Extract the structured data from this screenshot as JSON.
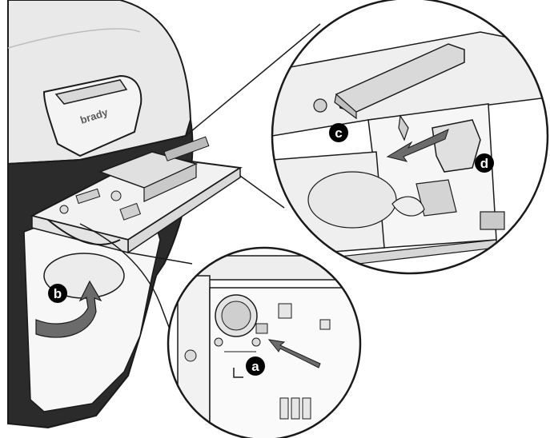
{
  "logo": {
    "text": "brady"
  },
  "callouts": [
    {
      "id": "a",
      "label": "a"
    },
    {
      "id": "b",
      "label": "b"
    },
    {
      "id": "c",
      "label": "c"
    },
    {
      "id": "d",
      "label": "d"
    }
  ],
  "colors": {
    "line": "#1a1a1a",
    "shell": "#e9e9e9",
    "shell_dark": "#2b2b2b",
    "pcb": "#f2f2f2",
    "arrow": "#6b6b6b",
    "callout_fill": "#000000",
    "callout_text": "#ffffff"
  }
}
